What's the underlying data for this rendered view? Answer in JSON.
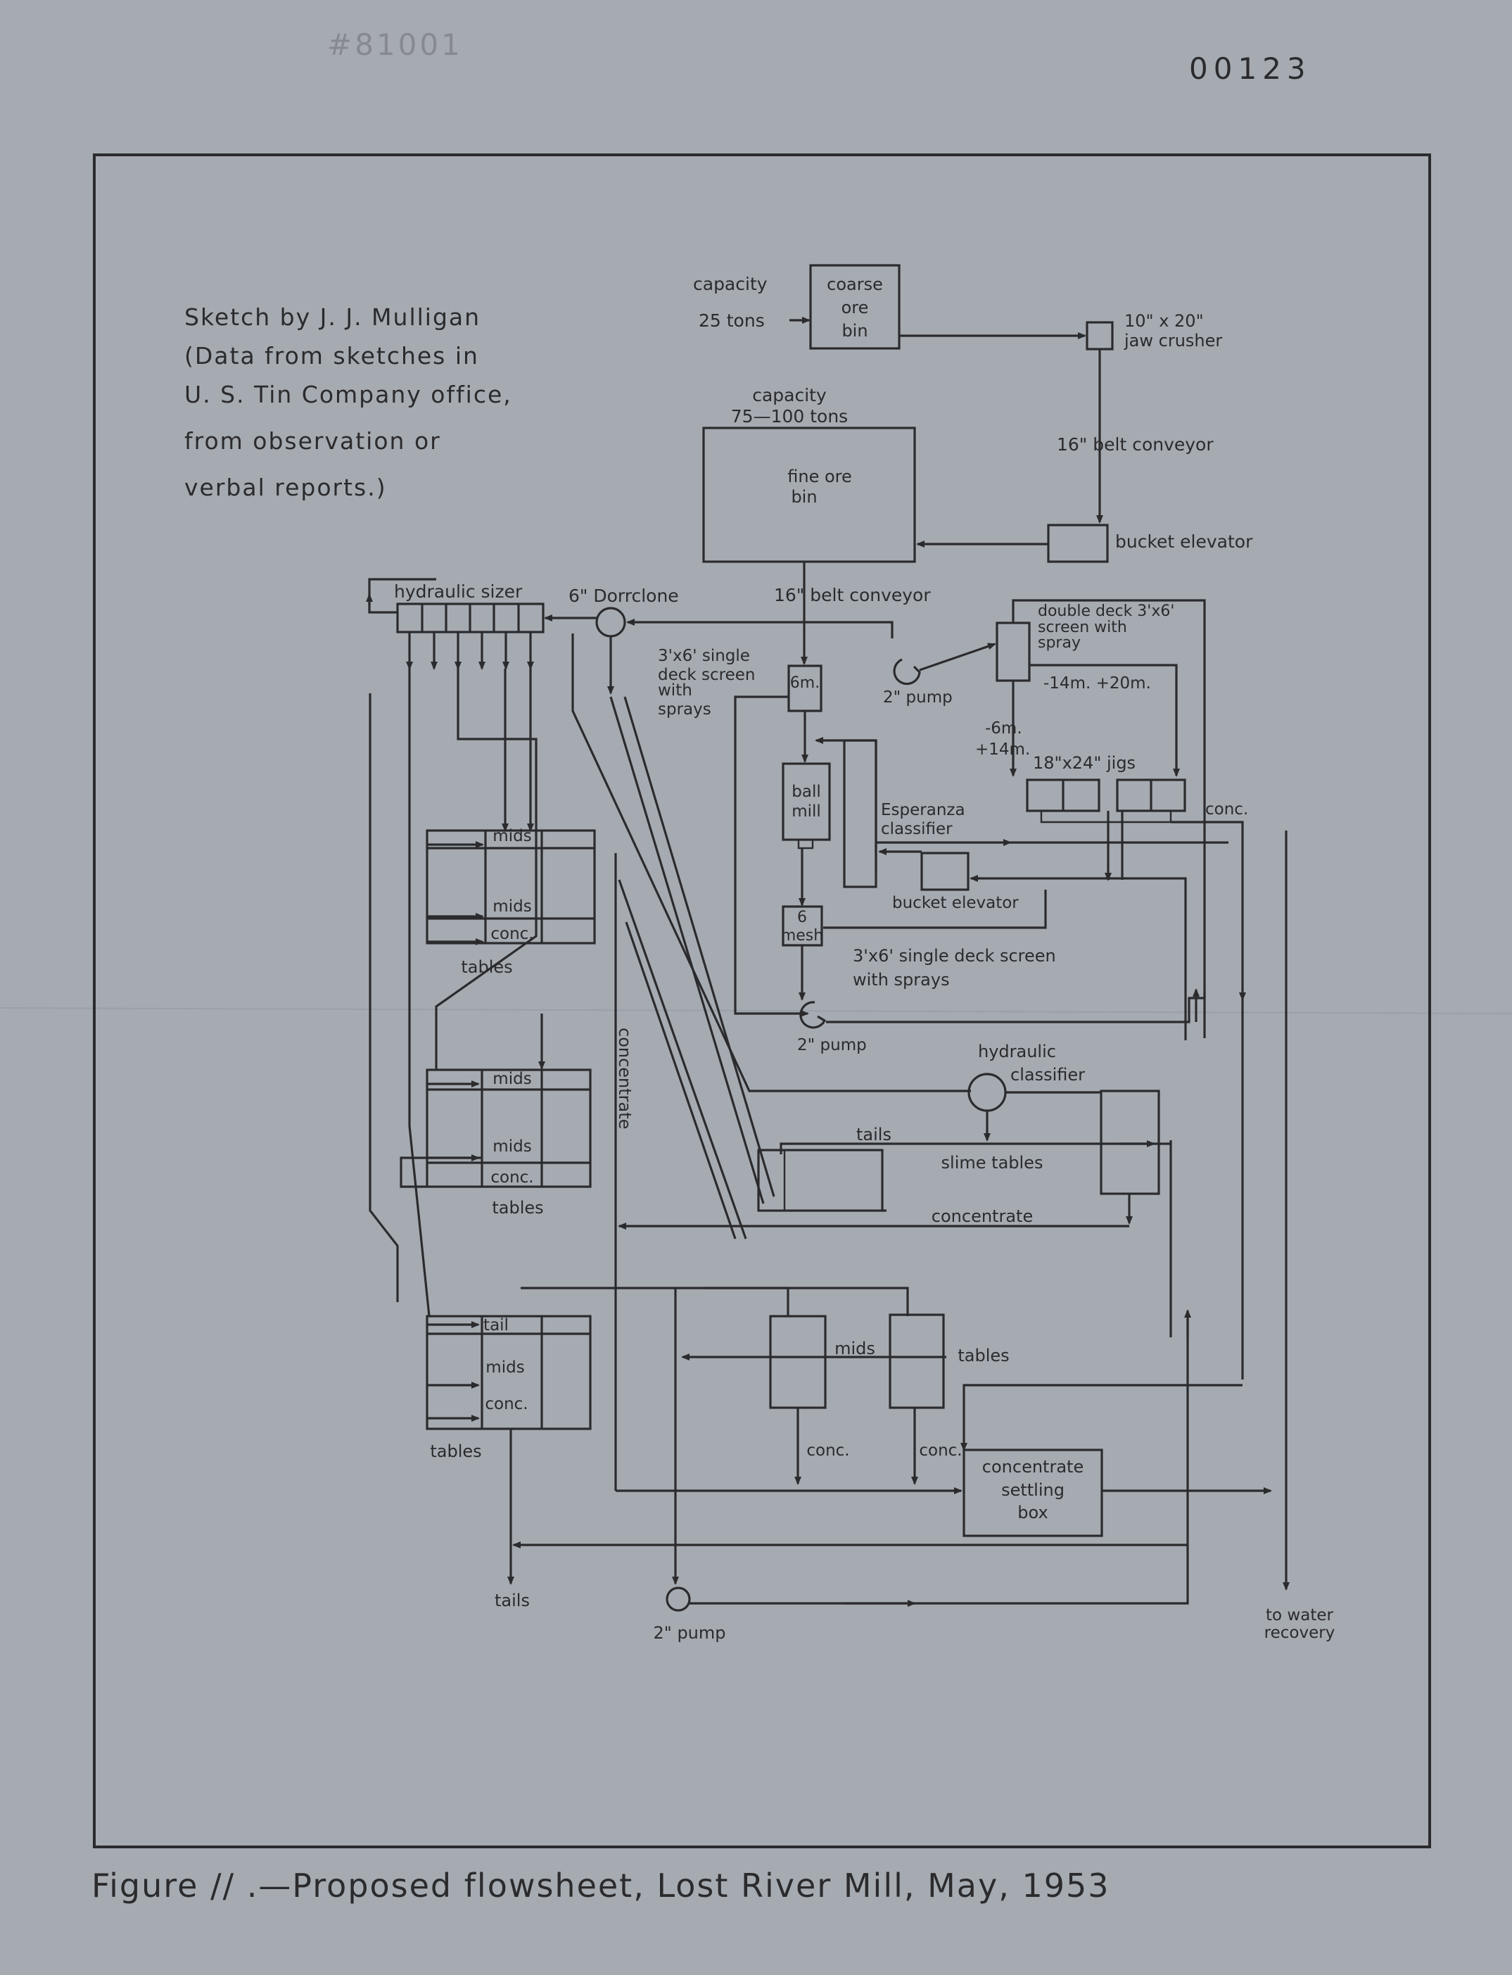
{
  "doc_number": "00123",
  "stamp": "#81001",
  "credit": [
    "Sketch by J. J. Mulligan",
    "(Data from sketches in",
    "U. S. Tin Company office,",
    "from observation or",
    "verbal reports.)"
  ],
  "caption": "Figure // .—Proposed flowsheet, Lost River Mill, May, 1953",
  "labels": {
    "capacity_25": "capacity",
    "tons_25": "25 tons",
    "coarse_bin": [
      "coarse",
      "ore",
      "bin"
    ],
    "crusher": [
      "10\" x 20\"",
      "jaw crusher"
    ],
    "belt1": "16\" belt conveyor",
    "capacity_fine": [
      "capacity",
      "75—100 tons"
    ],
    "fine_bin": [
      "fine ore",
      "bin"
    ],
    "bucket_elevator_1": "bucket elevator",
    "belt2": "16\" belt conveyor",
    "hydraulic_sizer": "hydraulic sizer",
    "dorrclone": "6\" Dorrclone",
    "screen_single": [
      "3'x6' single",
      "deck screen",
      "with",
      "sprays"
    ],
    "screen_6m": "6m.",
    "pump_top": "2\" pump",
    "double_deck": [
      "double deck 3'x6'",
      "screen with",
      "spray"
    ],
    "size_14_20": "-14m. +20m.",
    "size_6_14": [
      "-6m.",
      "+14m."
    ],
    "jigs": "18\"x24\" jigs",
    "conc_jigs": "conc.",
    "ball_mill": [
      "ball",
      "mill"
    ],
    "esperanza": [
      "Esperanza",
      "classifier"
    ],
    "bucket_elevator_2": "bucket elevator",
    "mesh6": [
      "6",
      "mesh"
    ],
    "screen_single_2": [
      "3'x6' single deck screen",
      "with sprays"
    ],
    "pump_mid": "2\" pump",
    "tables1": [
      "mids",
      "mids",
      "conc."
    ],
    "tables1_label": "tables",
    "concentrate_vertical": "concentrate",
    "tables2": [
      "mids",
      "mids",
      "conc."
    ],
    "tables2_label": "tables",
    "hydraulic_classifier": [
      "hydraulic",
      "classifier"
    ],
    "slime_tails": "tails",
    "slime_tables": "slime tables",
    "concentrate_h": "concentrate",
    "tables3": [
      "tail",
      "mids",
      "conc."
    ],
    "tables3_label": "tables",
    "mids_right": "mids",
    "tables_right": "tables",
    "conc_r1": "conc.",
    "conc_r2": "conc.",
    "settling_box": [
      "concentrate",
      "settling",
      "box"
    ],
    "tails_bottom": "tails",
    "pump_bottom": "2\" pump",
    "water_recovery": [
      "to water",
      "recovery"
    ]
  }
}
